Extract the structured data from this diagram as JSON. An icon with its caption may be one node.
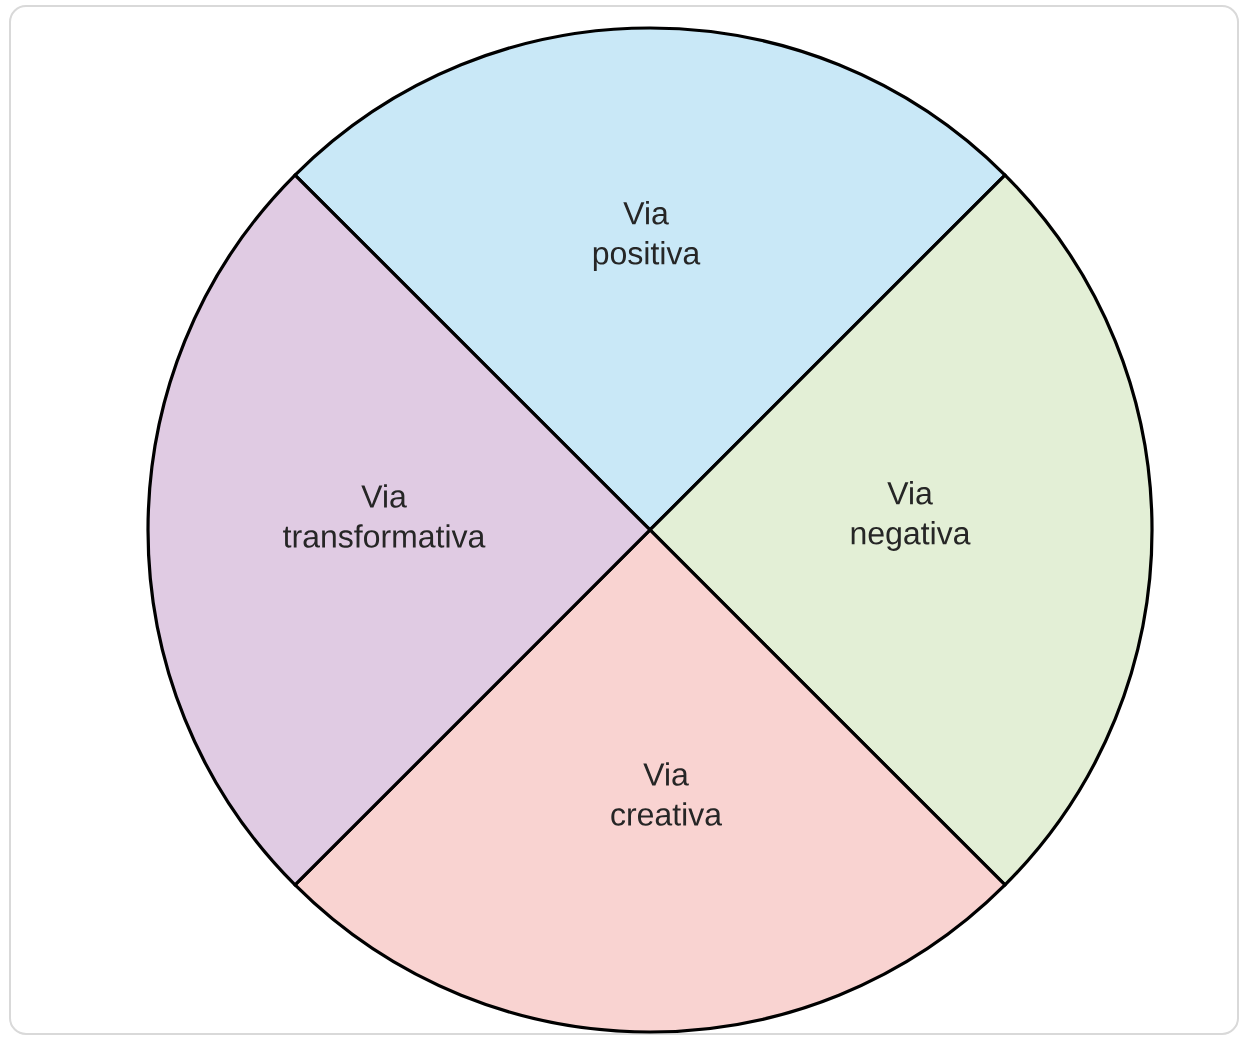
{
  "diagram": {
    "nodes": [
      {
        "text": [
          "Via positiva"
        ]
      },
      {
        "text": [
          "Via negativa"
        ]
      },
      {
        "text": [
          "Via creativa"
        ]
      },
      {
        "text": [
          "Via transformativa"
        ]
      }
    ]
  }
}
